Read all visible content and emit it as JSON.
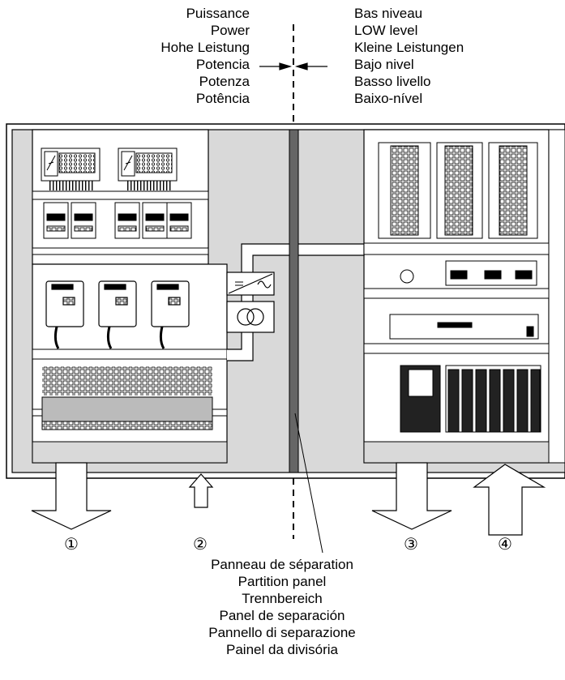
{
  "power_labels": [
    "Puissance",
    "Power",
    "Hohe Leistung",
    "Potencia",
    "Potenza",
    "Potência"
  ],
  "low_level_labels": [
    "Bas niveau",
    "LOW level",
    "Kleine Leistungen",
    "Bajo nivel",
    "Basso livello",
    "Baixo-nível"
  ],
  "partition_labels": [
    "Panneau de séparation",
    "Partition panel",
    "Trennbereich",
    "Panel de separación",
    "Pannello di separazione",
    "Painel da divisória"
  ],
  "numbers": [
    "①",
    "②",
    "③",
    "④"
  ]
}
